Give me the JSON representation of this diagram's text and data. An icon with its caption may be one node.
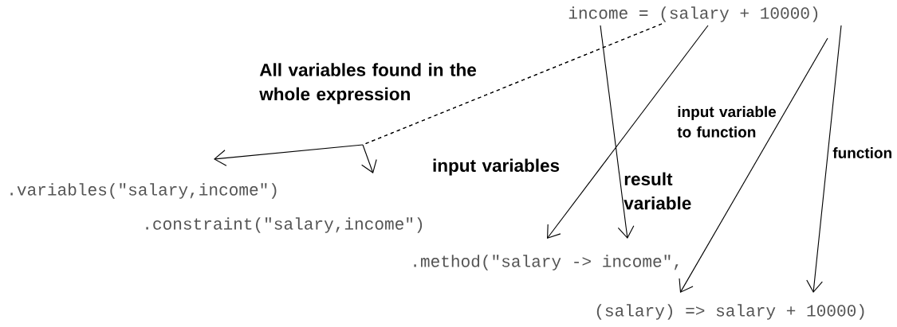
{
  "diagram": {
    "nodes": [
      {
        "text": [
          "income = (salary + 10000)"
        ]
      },
      {
        "text": [
          ".variables(\"salary,income\")"
        ]
      },
      {
        "text": [
          ".constraint(\"salary,income\")"
        ]
      },
      {
        "text": [
          ".method(\"salary -> income\","
        ]
      },
      {
        "text": [
          "(salary) => salary + 10000)"
        ]
      }
    ],
    "edges": [
      {
        "from": 0,
        "to": 1,
        "arrow": "to",
        "style": "dashed",
        "label": "All variables found in the whole expression"
      },
      {
        "from": 0,
        "to": 2,
        "arrow": "to",
        "style": "dashed"
      },
      {
        "from": 0,
        "to": 3,
        "arrow": "to",
        "label": "result variable"
      },
      {
        "from": 0,
        "to": 3,
        "arrow": "to",
        "label": "input variables"
      },
      {
        "from": 0,
        "to": 4,
        "arrow": "to",
        "label": "input variable to function"
      },
      {
        "from": 0,
        "to": 4,
        "arrow": "to",
        "label": "function"
      }
    ]
  }
}
